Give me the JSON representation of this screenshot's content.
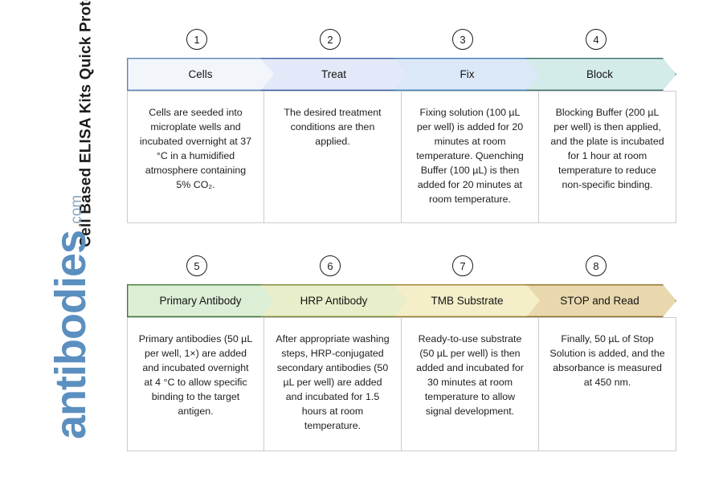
{
  "title": "Cell Based ELISA Kits Quick Protocol",
  "brand": {
    "word": "antibodies",
    "tld": ".com",
    "color": "#5b8fc0"
  },
  "rows": [
    {
      "steps": [
        {
          "number": "1",
          "label": "Cells",
          "body": "Cells are seeded into microplate wells and incubated overnight at 37 °C in a humidified atmosphere containing 5% CO₂.",
          "fill": "#f2f6fb",
          "stroke": "#5b84b8"
        },
        {
          "number": "2",
          "label": "Treat",
          "body": "The desired treatment conditions are then applied.",
          "fill": "#e3e9f8",
          "stroke": "#3c62a8"
        },
        {
          "number": "3",
          "label": "Fix",
          "body": "Fixing solution (100 µL per well) is added for 20 minutes at room temperature. Quenching Buffer (100 µL) is then added for 20 minutes at room temperature.",
          "fill": "#dbe8f7",
          "stroke": "#3d7ab5"
        },
        {
          "number": "4",
          "label": "Block",
          "body": "Blocking Buffer (200 µL per well) is then applied, and the plate is incubated for 1 hour at room temperature to reduce non-specific binding.",
          "fill": "#d3ecea",
          "stroke": "#3c6e6a"
        }
      ]
    },
    {
      "steps": [
        {
          "number": "5",
          "label": "Primary Antibody",
          "body": "Primary antibodies (50 µL per well, 1×) are added and incubated overnight at 4 °C to allow specific binding to the target antigen.",
          "fill": "#ddeed6",
          "stroke": "#3f7a34"
        },
        {
          "number": "6",
          "label": "HRP Antibody",
          "body": "After appropriate washing steps, HRP-conjugated secondary antibodies (50 µL per well) are added and incubated for 1.5 hours at room temperature.",
          "fill": "#e8eec9",
          "stroke": "#7a8330"
        },
        {
          "number": "7",
          "label": "TMB Substrate",
          "body": "Ready-to-use substrate (50 µL per well) is then added and incubated for 30 minutes at room temperature to allow signal development.",
          "fill": "#f4eec9",
          "stroke": "#9b7d2c"
        },
        {
          "number": "8",
          "label": "STOP and Read",
          "body": "Finally, 50 µL of Stop Solution is added, and the absorbance is measured at 450 nm.",
          "fill": "#e9d8ad",
          "stroke": "#8d6f2a"
        }
      ]
    }
  ]
}
